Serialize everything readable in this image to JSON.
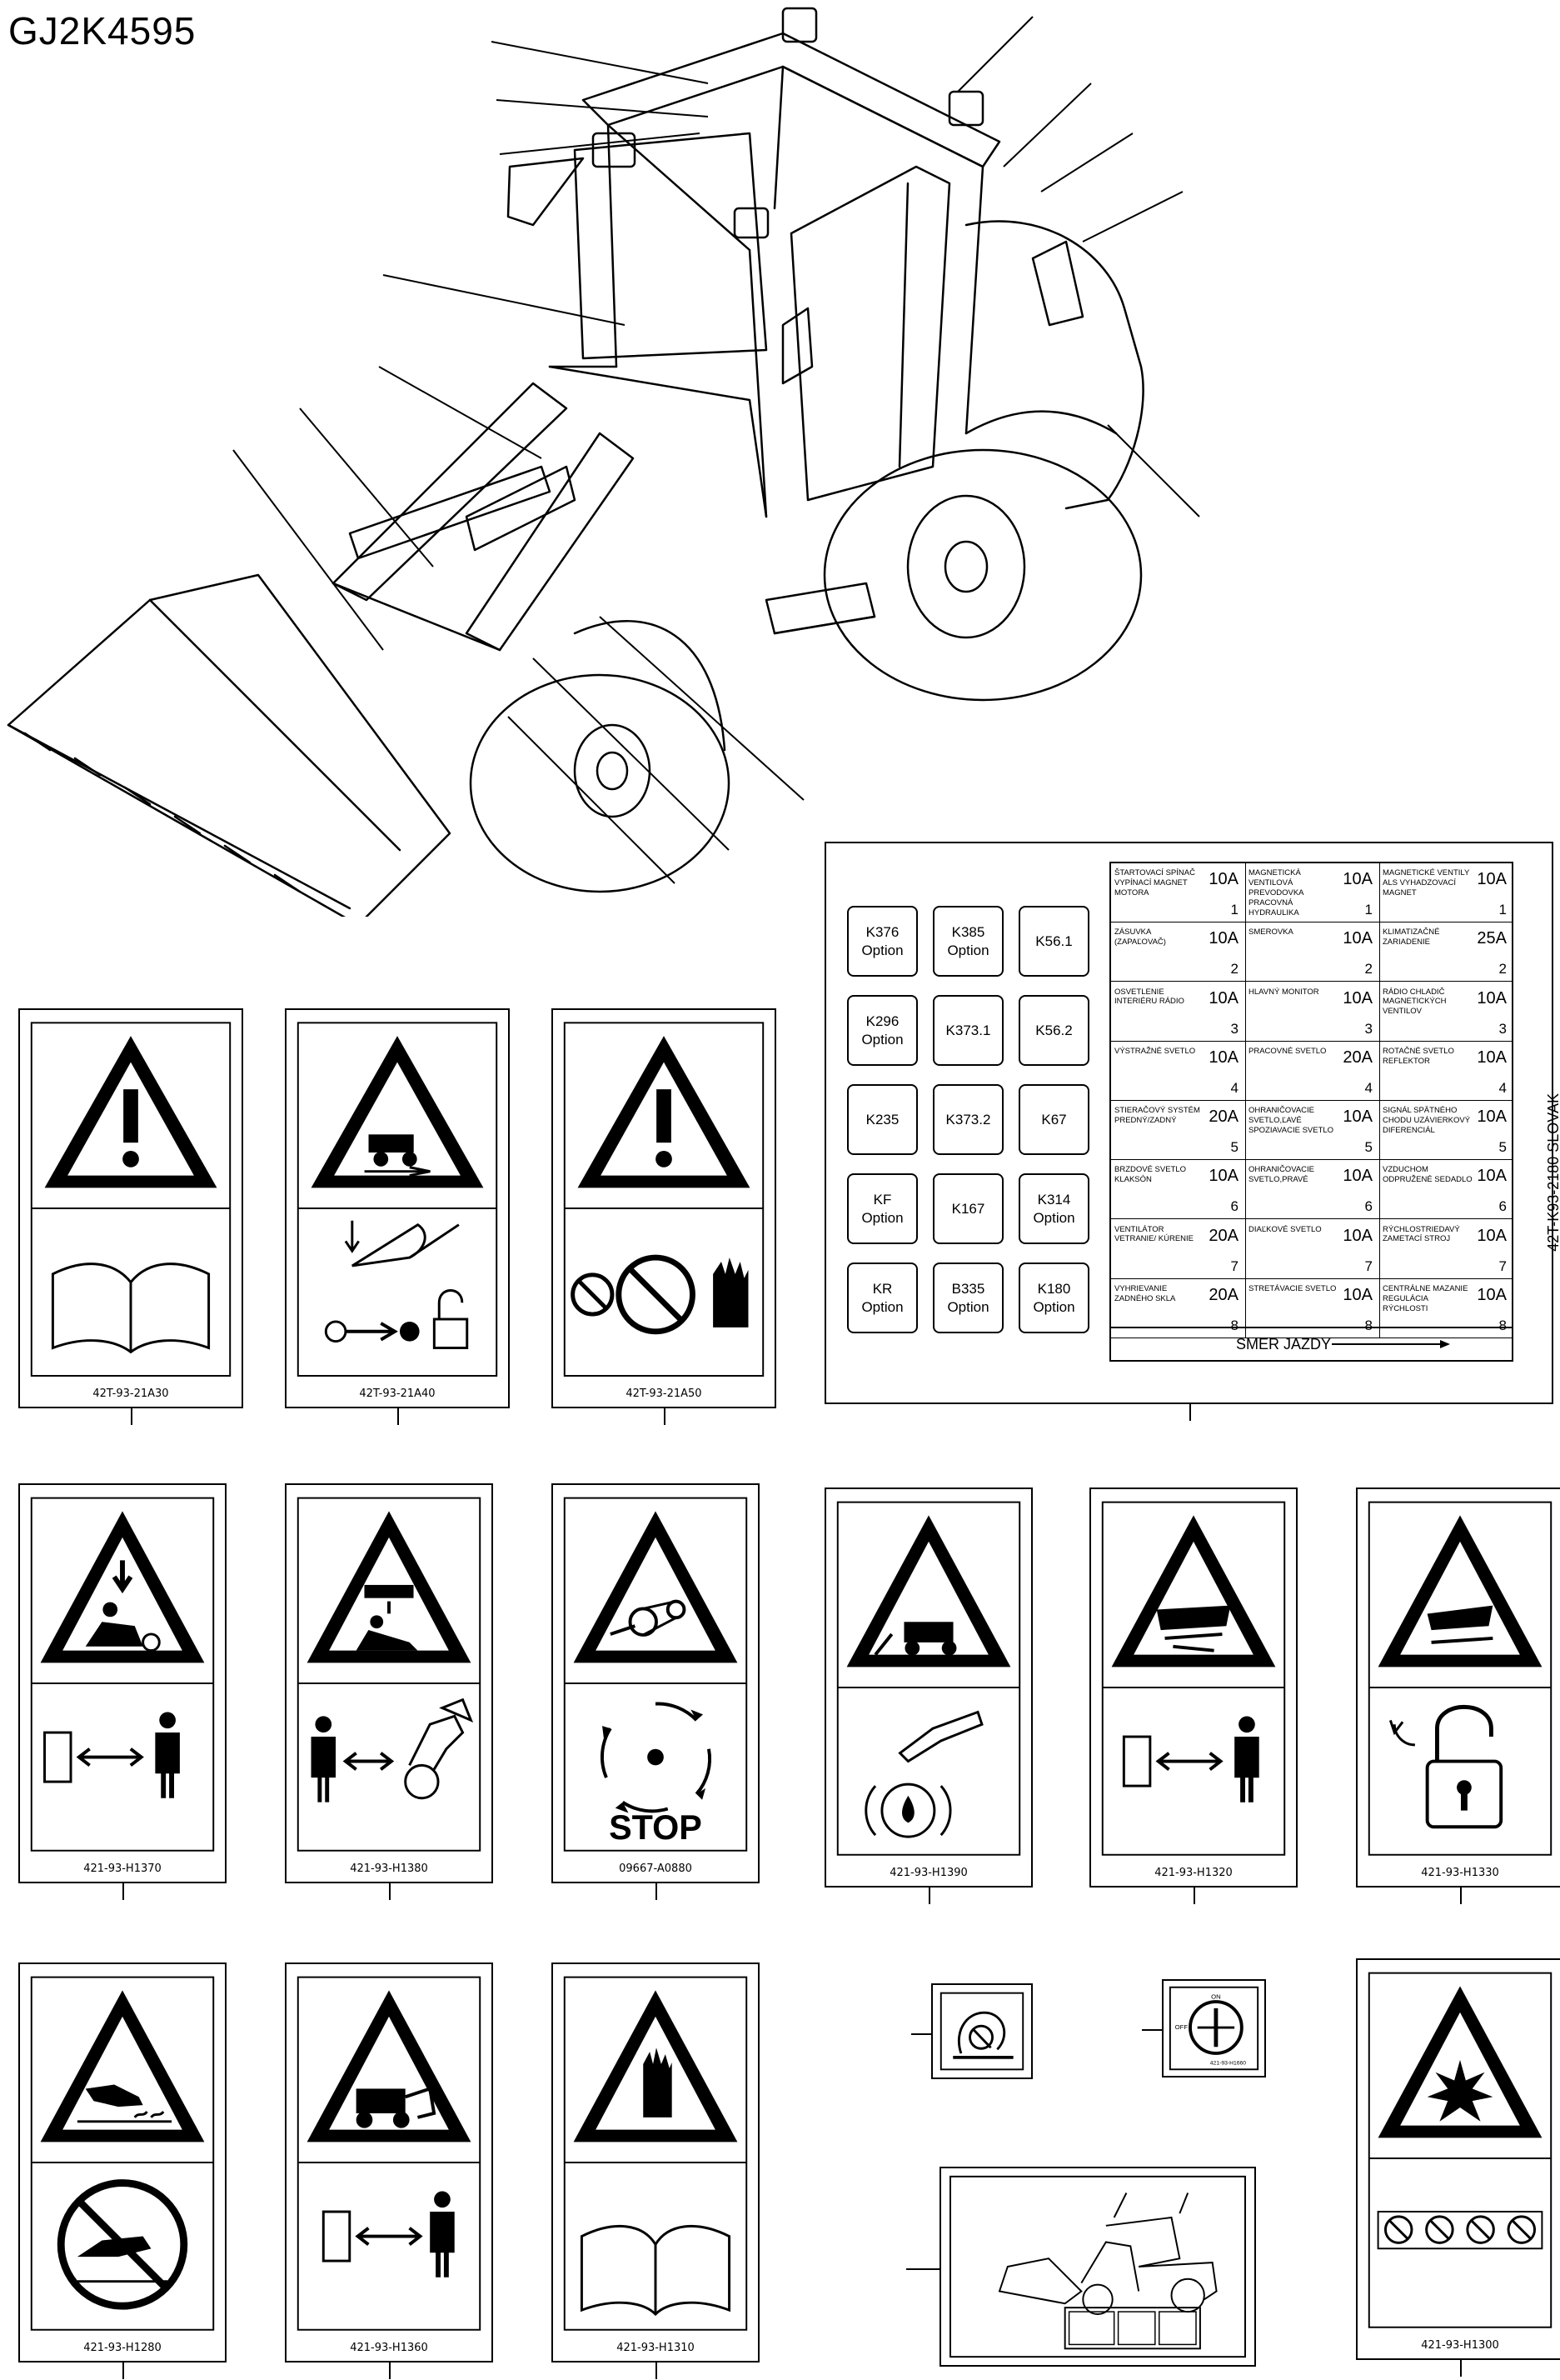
{
  "title": "GJ2K4595",
  "decals": [
    {
      "id": "r1a",
      "part": "42T-93-21A30"
    },
    {
      "id": "r1b",
      "part": "42T-93-21A40"
    },
    {
      "id": "r1c",
      "part": "42T-93-21A50"
    },
    {
      "id": "r2a",
      "part": "421-93-H1370"
    },
    {
      "id": "r2b",
      "part": "421-93-H1380"
    },
    {
      "id": "r2c",
      "part": "09667-A0880",
      "stop": "STOP"
    },
    {
      "id": "r2d",
      "part": "421-93-H1390"
    },
    {
      "id": "r2e",
      "part": "421-93-H1320"
    },
    {
      "id": "r2f",
      "part": "421-93-H1330"
    },
    {
      "id": "r3a",
      "part": "421-93-H1280"
    },
    {
      "id": "r3b",
      "part": "421-93-H1360"
    },
    {
      "id": "r3c",
      "part": "421-93-H1310"
    },
    {
      "id": "r3d",
      "part": ""
    },
    {
      "id": "r3e",
      "part": "421-93-H1660",
      "on": "ON",
      "off": "OFF"
    },
    {
      "id": "r3f",
      "part": ""
    },
    {
      "id": "r3g",
      "part": "421-93-H1300"
    }
  ],
  "fusebox": {
    "label": "42T-K93-2180  SLOVAK",
    "relays": [
      [
        "K376",
        "Option"
      ],
      [
        "K385",
        "Option"
      ],
      [
        "K56.1",
        ""
      ],
      [
        "K296",
        "Option"
      ],
      [
        "K373.1",
        ""
      ],
      [
        "K56.2",
        ""
      ],
      [
        "K235",
        ""
      ],
      [
        "K373.2",
        ""
      ],
      [
        "K67",
        ""
      ],
      [
        "KF",
        "Option"
      ],
      [
        "K167",
        ""
      ],
      [
        "K314",
        "Option"
      ],
      [
        "KR",
        "Option"
      ],
      [
        "B335",
        "Option"
      ],
      [
        "K180",
        "Option"
      ]
    ],
    "fuses": [
      [
        {
          "desc": "ŠTARTOVACÍ SPÍNAČ VYPÍNACÍ MAGNET MOTORA",
          "amp": "10A",
          "num": "1"
        },
        {
          "desc": "ZÁSUVKA (ZAPAĽOVAČ)",
          "amp": "10A",
          "num": "2"
        },
        {
          "desc": "OSVETLENIE INTERIÉRU RÁDIO",
          "amp": "10A",
          "num": "3"
        },
        {
          "desc": "VÝSTRAŽNÉ SVETLO",
          "amp": "10A",
          "num": "4"
        },
        {
          "desc": "STIERAČOVÝ SYSTÉM PREDNÝ/ZADNÝ",
          "amp": "20A",
          "num": "5"
        },
        {
          "desc": "BRZDOVÉ SVETLO KLAKSÓN",
          "amp": "10A",
          "num": "6"
        },
        {
          "desc": "VENTILÁTOR VETRANIE/ KÚRENIE",
          "amp": "20A",
          "num": "7"
        },
        {
          "desc": "VYHRIEVANIE ZADNÉHO SKLA",
          "amp": "20A",
          "num": "8"
        }
      ],
      [
        {
          "desc": "MAGNETICKÁ VENTILOVÁ PREVODOVKA PRACOVNÁ HYDRAULIKA",
          "amp": "10A",
          "num": "1"
        },
        {
          "desc": "SMEROVKA",
          "amp": "10A",
          "num": "2"
        },
        {
          "desc": "HLAVNÝ MONITOR",
          "amp": "10A",
          "num": "3"
        },
        {
          "desc": "PRACOVNÉ SVETLO",
          "amp": "20A",
          "num": "4"
        },
        {
          "desc": "OHRANIČOVACIE SVETLO,ĽAVÉ SPOZIAVACIE SVETLO",
          "amp": "10A",
          "num": "5"
        },
        {
          "desc": "OHRANIČOVACIE SVETLO,PRAVÉ",
          "amp": "10A",
          "num": "6"
        },
        {
          "desc": "DIAĽKOVÉ SVETLO",
          "amp": "10A",
          "num": "7"
        },
        {
          "desc": "STRETÁVACIE SVETLO",
          "amp": "10A",
          "num": "8"
        }
      ],
      [
        {
          "desc": "MAGNETICKÉ VENTILY ALS VYHADZOVACÍ MAGNET",
          "amp": "10A",
          "num": "1"
        },
        {
          "desc": "KLIMATIZAČNÉ ZARIADENIE",
          "amp": "25A",
          "num": "2"
        },
        {
          "desc": "RÁDIO CHLADIČ MAGNETICKÝCH VENTILOV",
          "amp": "10A",
          "num": "3"
        },
        {
          "desc": "ROTAČNÉ SVETLO REFLEKTOR",
          "amp": "10A",
          "num": "4"
        },
        {
          "desc": "SIGNÁL SPÄTNÉHO CHODU UZÁVIERKOVÝ DIFERENCIÁL",
          "amp": "10A",
          "num": "5"
        },
        {
          "desc": "VZDUCHOM ODPRUŽENÉ SEDADLO",
          "amp": "10A",
          "num": "6"
        },
        {
          "desc": "RÝCHLOSTRIEDAVÝ ZAMETACÍ STROJ",
          "amp": "10A",
          "num": "7"
        },
        {
          "desc": "CENTRÁLNE MAZANIE REGULÁCIA RÝCHLOSTI",
          "amp": "10A",
          "num": "8"
        }
      ]
    ],
    "footer": "SMER JAZDY"
  }
}
